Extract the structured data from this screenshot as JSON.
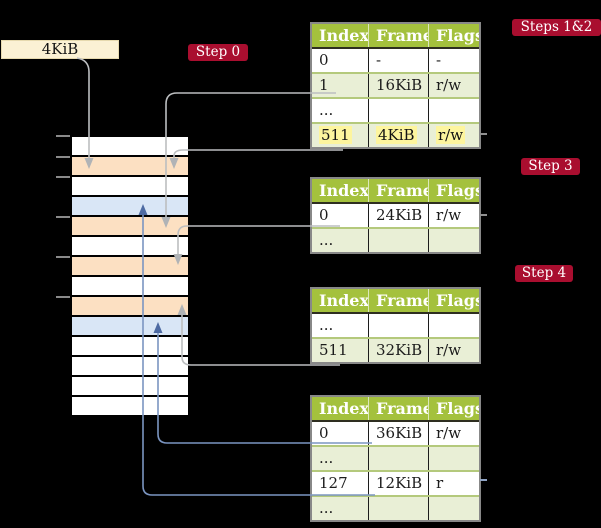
{
  "page_size_box": {
    "label": "4KiB"
  },
  "badges": [
    {
      "id": "step0",
      "label": "Step 0"
    },
    {
      "id": "steps12",
      "label": "Steps 1&2"
    },
    {
      "id": "step3",
      "label": "Step 3"
    },
    {
      "id": "step4",
      "label": "Step 4"
    }
  ],
  "memory": {
    "rows": [
      "white",
      "orange",
      "white",
      "blue",
      "orange",
      "white",
      "orange",
      "white",
      "orange",
      "blue",
      "white",
      "white",
      "white",
      "white"
    ]
  },
  "tables": [
    {
      "headers": [
        "Index",
        "Frame",
        "Flags"
      ],
      "rows": [
        [
          "0",
          "-",
          "-"
        ],
        [
          "1",
          "16KiB",
          "r/w"
        ],
        [
          "...",
          "",
          ""
        ],
        [
          "511",
          "4KiB",
          "r/w"
        ]
      ],
      "highlighted_row": "511 | 4KiB | r/w"
    },
    {
      "headers": [
        "Index",
        "Frame",
        "Flags"
      ],
      "rows": [
        [
          "0",
          "24KiB",
          "r/w"
        ],
        [
          "...",
          "",
          ""
        ]
      ]
    },
    {
      "headers": [
        "Index",
        "Frame",
        "Flags"
      ],
      "rows": [
        [
          "...",
          "",
          ""
        ],
        [
          "511",
          "32KiB",
          "r/w"
        ]
      ]
    },
    {
      "headers": [
        "Index",
        "Frame",
        "Flags"
      ],
      "rows": [
        [
          "0",
          "36KiB",
          "r/w"
        ],
        [
          "...",
          "",
          ""
        ],
        [
          "127",
          "12KiB",
          "r"
        ],
        [
          "...",
          "",
          ""
        ]
      ]
    }
  ],
  "colors": {
    "background": "#000000",
    "badge_red": "#a90e2f",
    "table_header_green": "#a4c13d",
    "table_row_green": "#e9efd6",
    "memory_orange": "#fce0c2",
    "memory_blue": "#d9e6f6",
    "highlight_yellow": "#fdf59e",
    "box_cream": "#fbf1d4",
    "arrow_grey": "#bcbec0",
    "arrow_blue": "#7b95c1"
  }
}
